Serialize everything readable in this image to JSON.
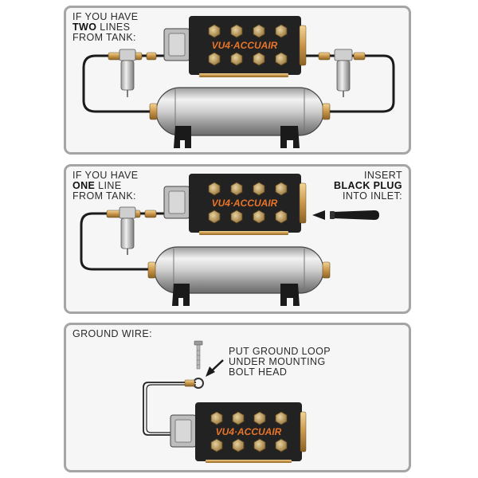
{
  "panel_two": {
    "line1": "IF YOU HAVE",
    "line2_bold": "TWO",
    "line2_rest": " LINES",
    "line3": "FROM TANK:"
  },
  "panel_one": {
    "line1": "IF YOU HAVE",
    "line2_bold": "ONE",
    "line2_rest": " LINE",
    "line3": "FROM TANK:",
    "insert_line1": "INSERT",
    "insert_line2_bold": "BLACK PLUG",
    "insert_line3": "INTO INLET:"
  },
  "panel_ground": {
    "title": "GROUND WIRE:",
    "note_line1": "PUT GROUND LOOP",
    "note_line2": "UNDER MOUNTING",
    "note_line3": "BOLT HEAD"
  },
  "brand": {
    "label": "VU4·ACCUAIR",
    "accent_color": "#e8742a",
    "manifold_color": "#222222",
    "port_color": "#c9a86a"
  }
}
